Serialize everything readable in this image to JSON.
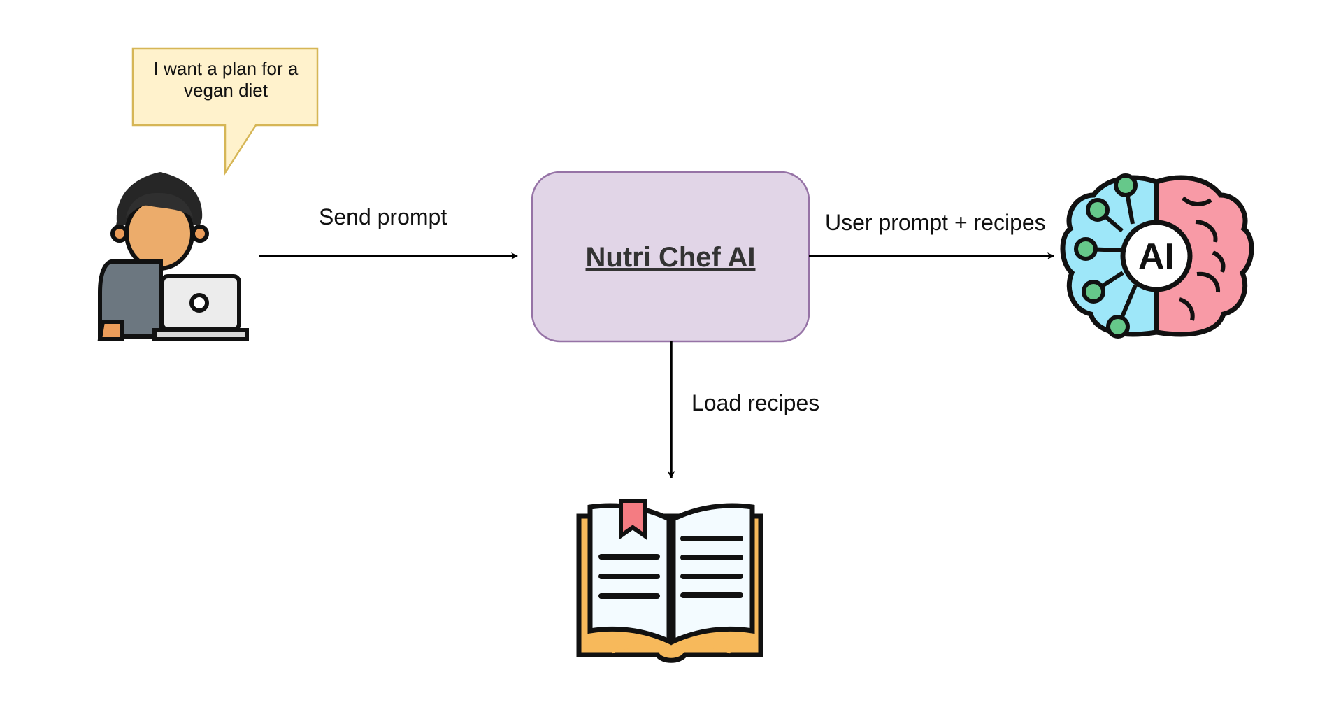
{
  "speech_bubble": {
    "text": "I want a plan for a vegan diet"
  },
  "center_node": {
    "title": "Nutri Chef AI"
  },
  "edges": {
    "send_prompt": "Send prompt",
    "user_prompt_recipes": "User prompt + recipes",
    "load_recipes": "Load recipes"
  },
  "icons": {
    "user": "person-with-laptop-icon",
    "ai": "ai-brain-icon",
    "recipes": "open-book-icon"
  },
  "colors": {
    "bubble_fill": "#fff2cc",
    "bubble_stroke": "#d6b656",
    "node_fill": "#e1d5e7",
    "node_stroke": "#9673a6",
    "arrow": "#000000",
    "brain_left": "#9ee7f9",
    "brain_right": "#f89aa6",
    "brain_nodes": "#66c88a",
    "book_cover": "#f7b95b",
    "book_pages": "#f3fbff",
    "bookmark": "#f47c82"
  }
}
